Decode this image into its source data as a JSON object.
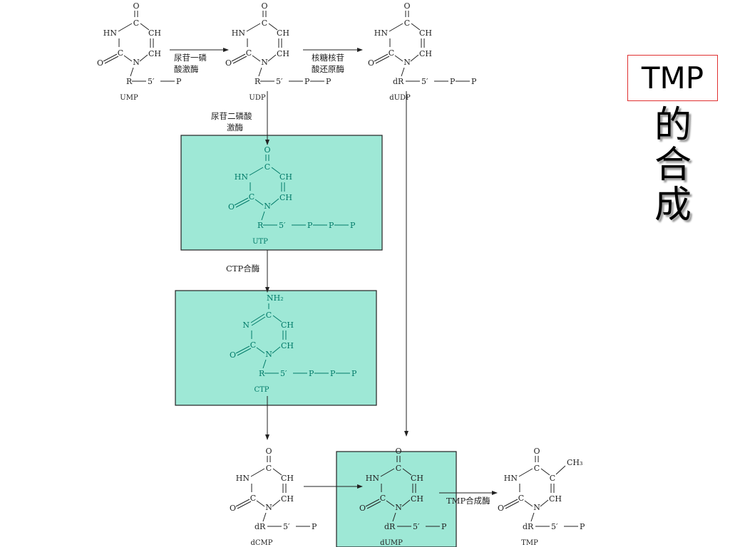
{
  "title": {
    "boxed": "TMP",
    "chars": [
      "的",
      "合",
      "成"
    ]
  },
  "atoms": {
    "O": "O",
    "HN": "HN",
    "N": "N",
    "CH": "CH",
    "C": "C",
    "R": "R",
    "dR": "dR",
    "five_prime": "5′",
    "P": "P",
    "NH2": "NH₂",
    "CH3": "CH₃"
  },
  "compounds": {
    "ump": "UMP",
    "udp": "UDP",
    "dudp": "dUDP",
    "utp": "UTP",
    "ctp": "CTP",
    "dcmp": "dCMP",
    "dump": "dUMP",
    "tmp": "TMP"
  },
  "enzymes": {
    "uridylate_kinase": [
      "尿苷一磷",
      "酸激酶"
    ],
    "ribonucleotide_reductase": [
      "核糖核苷",
      "酸还原酶"
    ],
    "udp_kinase": [
      "尿苷二磷酸",
      "激酶"
    ],
    "ctp_synthase": "CTP合酶",
    "tmp_synthase": "TMP合成酶"
  },
  "colors": {
    "highlight": "#9ee8d6",
    "highlight_text": "#007a68",
    "title_border": "#e03030"
  }
}
